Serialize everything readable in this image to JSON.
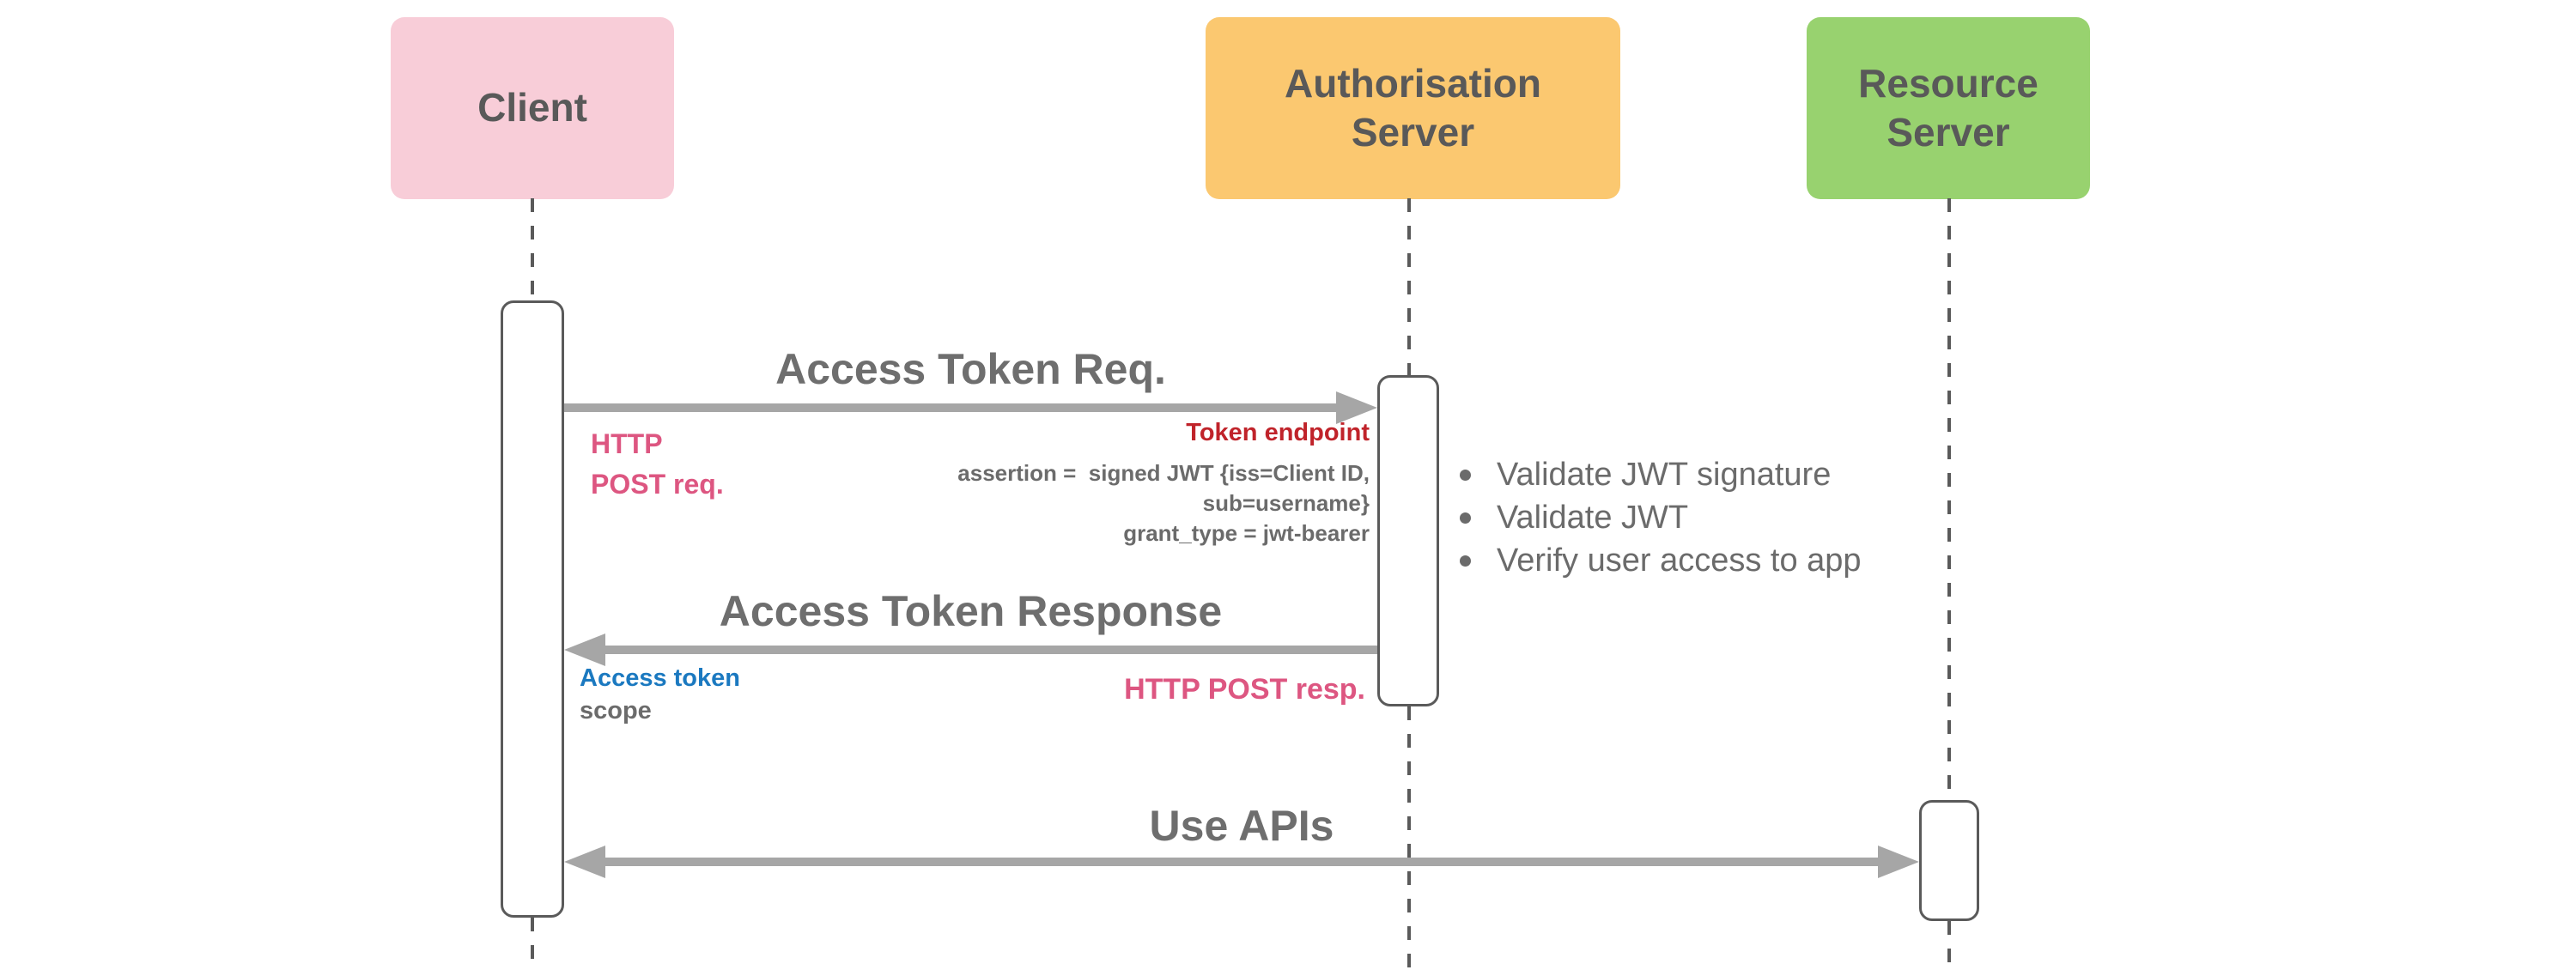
{
  "actors": [
    {
      "label": "Client"
    },
    {
      "label": "Authorisation Server"
    },
    {
      "label": "Resource Server"
    }
  ],
  "messages": [
    {
      "label": "Access Token Req.",
      "direction": "right"
    },
    {
      "label": "Access Token Response",
      "direction": "left"
    },
    {
      "label": "Use APIs",
      "direction": "both"
    }
  ],
  "annotations": {
    "http_post_req": "HTTP\nPOST req.",
    "token_endpoint": "Token endpoint",
    "assertion_line1": "assertion =  signed JWT {iss=Client ID,",
    "assertion_line2": "sub=username}",
    "assertion_line3": "grant_type = jwt-bearer",
    "access_token": "Access token",
    "scope": "scope",
    "http_post_resp": "HTTP POST resp."
  },
  "note": {
    "items": [
      "Validate JWT signature",
      "Validate JWT",
      "Verify user access to app"
    ]
  },
  "colors": {
    "client_fill": "#f8cdd8",
    "auth_server_fill": "#fbc870",
    "resource_server_fill": "#98d26f",
    "actor_label": "#595959",
    "message_title": "#6e6e6e",
    "arrow": "#a6a6a6",
    "pink_label": "#dd5681",
    "red_label": "#c0232a",
    "blue_label": "#1b79c0",
    "note_text": "#6b6b6b",
    "line": "#5a5a5a"
  }
}
